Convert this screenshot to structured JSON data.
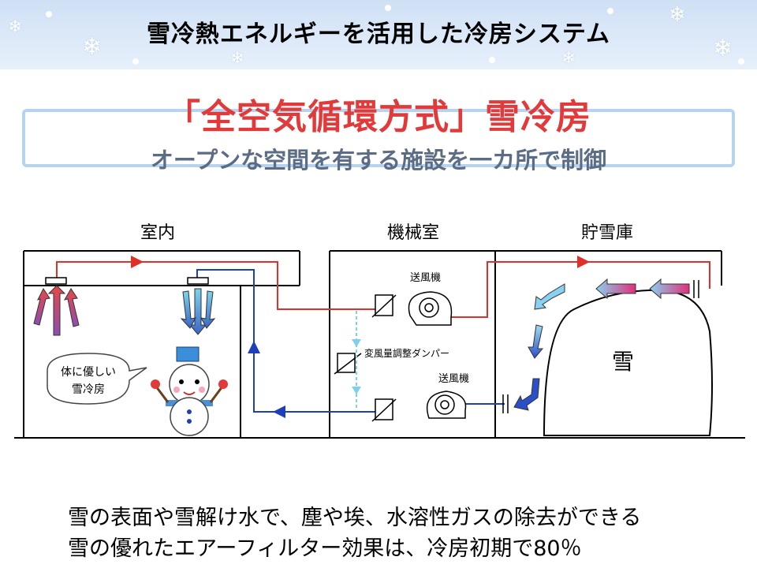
{
  "header": {
    "title": "雪冷熱エネルギーを活用した冷房システム"
  },
  "main_title": "「全空気循環方式」雪冷房",
  "subtitle": "オープンな空間を有する施設を一カ所で制御",
  "sections": {
    "indoor": "室内",
    "machine_room": "機械室",
    "snow_storage": "貯雪庫"
  },
  "labels": {
    "blower_top": "送風機",
    "blower_bottom": "送風機",
    "damper": "変風量調整ダンパー",
    "snow": "雪",
    "speech_line1": "体に優しい",
    "speech_line2": "雪冷房"
  },
  "bottom_text": {
    "line1": "雪の表面や雪解け水で、塵や埃、水溶性ガスの除去ができる",
    "line2": "雪の優れたエアーフィルター効果は、冷房初期で80％"
  },
  "colors": {
    "warm_air": "#e0302a",
    "cold_air": "#1d3fb8",
    "accent_red": "#e23a3a"
  }
}
